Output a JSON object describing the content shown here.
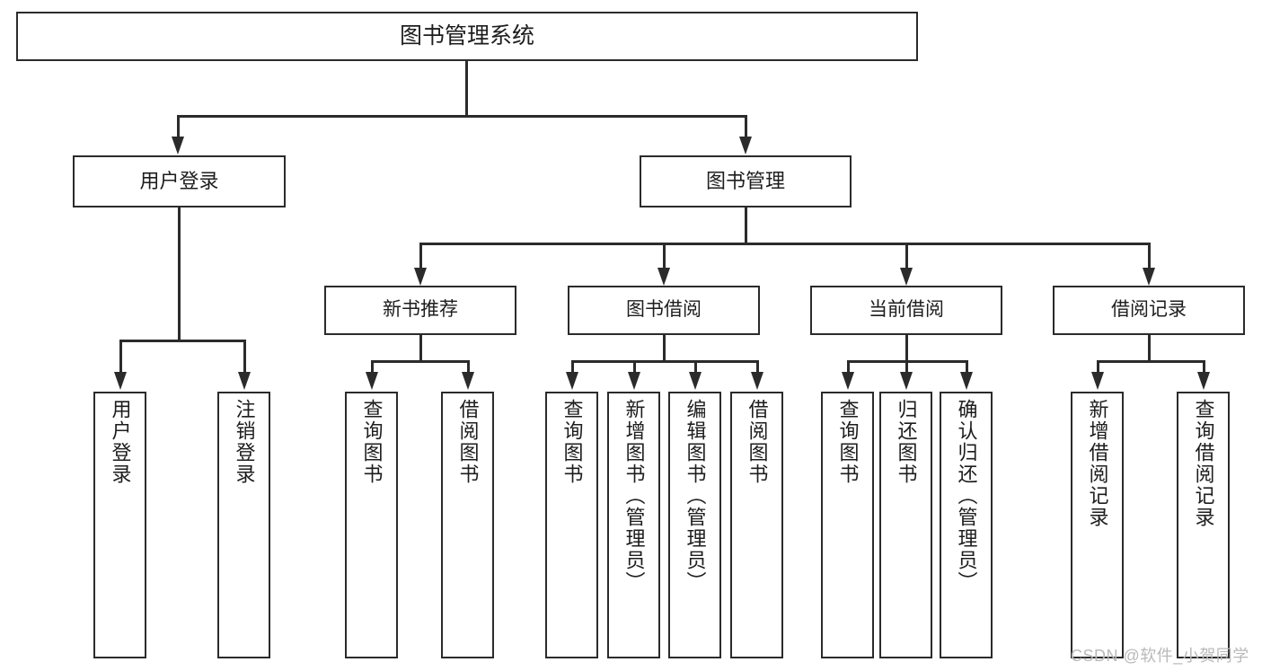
{
  "diagram": {
    "type": "tree-hierarchy-chart",
    "title": "图书管理系统",
    "background_color": "#ffffff",
    "line_color": "#2b2b2b",
    "text_color": "#1d1d1d"
  },
  "root": {
    "label": "图书管理系统"
  },
  "level1": [
    {
      "label": "用户登录"
    },
    {
      "label": "图书管理"
    }
  ],
  "level2": [
    {
      "label": "新书推荐"
    },
    {
      "label": "图书借阅"
    },
    {
      "label": "当前借阅"
    },
    {
      "label": "借阅记录"
    }
  ],
  "leaves": {
    "user_login": [
      {
        "label": "用户登录"
      },
      {
        "label": "注销登录"
      }
    ],
    "new_book_recommend": [
      {
        "label": "查询图书"
      },
      {
        "label": "借阅图书"
      }
    ],
    "book_borrow": [
      {
        "label": "查询图书"
      },
      {
        "label": "新增图书（管理员）"
      },
      {
        "label": "编辑图书（管理员）"
      },
      {
        "label": "借阅图书"
      }
    ],
    "current_borrow": [
      {
        "label": "查询图书"
      },
      {
        "label": "归还图书"
      },
      {
        "label": "确认归还（管理员）"
      }
    ],
    "borrow_record": [
      {
        "label": "新增借阅记录"
      },
      {
        "label": "查询借阅记录"
      }
    ]
  },
  "watermark": {
    "text": "CSDN @软件_小贺同学",
    "color": "#b9b9b9"
  }
}
